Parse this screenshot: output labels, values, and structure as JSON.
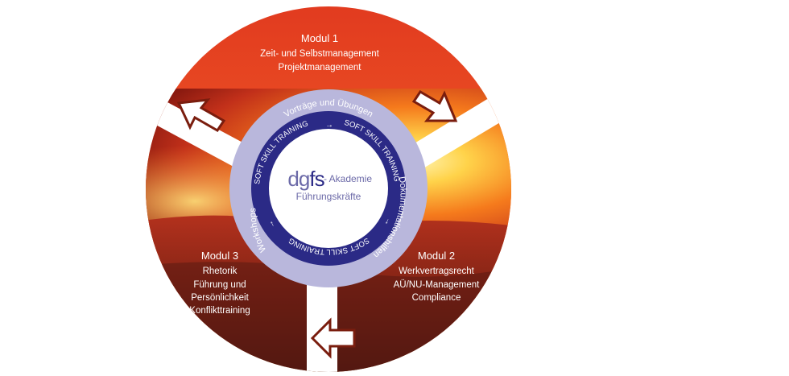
{
  "center": {
    "logo_dg": "dg",
    "logo_fs": "fs",
    "line1": "- Akademie",
    "line2": "Führungskräfte"
  },
  "ring": {
    "top_label": "Vorträge und Übungen",
    "right_label": "Dokumentationshilfen",
    "left_label": "Workshops",
    "soft_skill_label": "SOFT SKILL TRAINING",
    "arrow_glyph": "→"
  },
  "modules": [
    {
      "title": "Modul 1",
      "items": [
        "Zeit- und Selbstmanagement",
        "Projektmanagement"
      ]
    },
    {
      "title": "Modul 2",
      "items": [
        "Werkvertragsrecht",
        "AÜ/NU-Management",
        "Compliance"
      ]
    },
    {
      "title": "Modul 3",
      "items": [
        "Rhetorik",
        "Führung und",
        "Persönlichkeit",
        "Konflikttraining"
      ]
    }
  ],
  "colors": {
    "outer_ring": "#b9b7dc",
    "inner_ring": "#2b2a86",
    "center_text": "#6c6aa8",
    "ring_text": "#ffffff",
    "arrow_outline": "#7a1d0e",
    "module_text": "#ffffff"
  }
}
